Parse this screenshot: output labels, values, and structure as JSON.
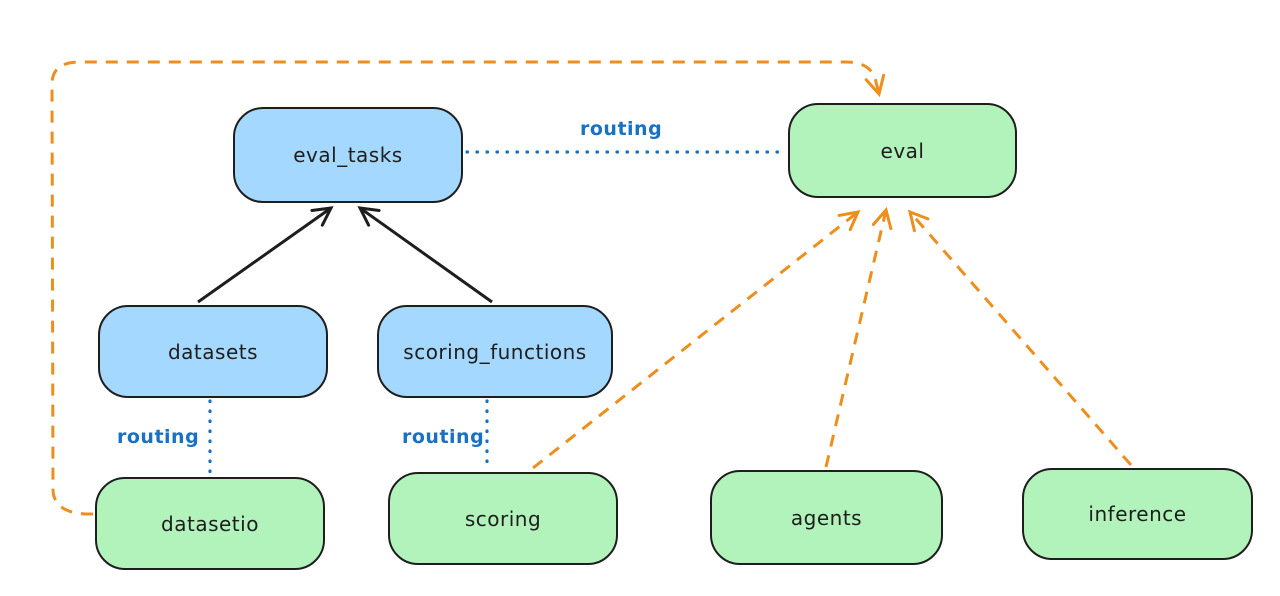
{
  "diagram": {
    "style": "hand-drawn (excalidraw-like) architecture diagram",
    "background": "#ffffff",
    "colors": {
      "blue_node_fill": "#a5d8ff",
      "green_node_fill": "#b2f2bb",
      "node_stroke": "#1e1e1e",
      "routing_line_blue": "#1971c2",
      "dashed_arrow_orange": "#ee8e1c",
      "solid_arrow_black": "#1e1e1e"
    },
    "nodes": {
      "eval_tasks": {
        "label": "eval_tasks",
        "color": "blue"
      },
      "eval": {
        "label": "eval",
        "color": "green"
      },
      "datasets": {
        "label": "datasets",
        "color": "blue"
      },
      "scoring_functions": {
        "label": "scoring_functions",
        "color": "blue"
      },
      "datasetio": {
        "label": "datasetio",
        "color": "green"
      },
      "scoring": {
        "label": "scoring",
        "color": "green"
      },
      "agents": {
        "label": "agents",
        "color": "green"
      },
      "inference": {
        "label": "inference",
        "color": "green"
      }
    },
    "edge_labels": {
      "routing_eval_tasks_eval": "routing",
      "routing_datasets_datasetio": "routing",
      "routing_scoring_functions_scoring": "routing"
    },
    "edges": [
      {
        "from": "datasets",
        "to": "eval_tasks",
        "style": "solid-black-arrow"
      },
      {
        "from": "scoring_functions",
        "to": "eval_tasks",
        "style": "solid-black-arrow"
      },
      {
        "from": "eval_tasks",
        "to": "eval",
        "style": "dotted-blue",
        "label": "routing"
      },
      {
        "from": "datasets",
        "to": "datasetio",
        "style": "dotted-blue",
        "label": "routing"
      },
      {
        "from": "scoring_functions",
        "to": "scoring",
        "style": "dotted-blue",
        "label": "routing"
      },
      {
        "from": "datasetio",
        "to": "eval",
        "style": "dashed-orange-arrow",
        "path": "loop around left and top"
      },
      {
        "from": "scoring",
        "to": "eval",
        "style": "dashed-orange-arrow"
      },
      {
        "from": "agents",
        "to": "eval",
        "style": "dashed-orange-arrow"
      },
      {
        "from": "inference",
        "to": "eval",
        "style": "dashed-orange-arrow"
      }
    ]
  }
}
